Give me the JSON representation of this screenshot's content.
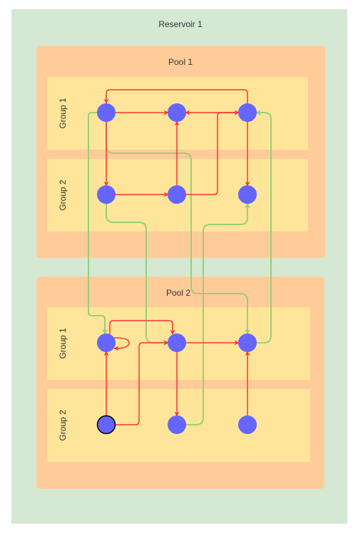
{
  "colors": {
    "reservoir": "#d5e8d4",
    "pool": "#ffcc99",
    "group": "#ffe599",
    "node": "#6666ff",
    "node_stroke": "#6666ff",
    "start_node_stroke": "#000000",
    "edge_red": "#ff3333",
    "edge_green": "#97d077",
    "label": "#333333"
  },
  "reservoir": {
    "label": "Reservoir 1"
  },
  "pools": [
    {
      "label": "Pool 1",
      "groups": [
        {
          "label": "Group 1"
        },
        {
          "label": "Group 2"
        }
      ]
    },
    {
      "label": "Pool 2",
      "groups": [
        {
          "label": "Group 1"
        },
        {
          "label": "Group 2"
        }
      ]
    }
  ],
  "nodes": [
    {
      "id": "p1g1n1",
      "start": false
    },
    {
      "id": "p1g1n2",
      "start": false
    },
    {
      "id": "p1g1n3",
      "start": false
    },
    {
      "id": "p1g2n1",
      "start": false
    },
    {
      "id": "p1g2n2",
      "start": false
    },
    {
      "id": "p1g2n3",
      "start": false
    },
    {
      "id": "p2g1n1",
      "start": false
    },
    {
      "id": "p2g1n2",
      "start": false
    },
    {
      "id": "p2g1n3",
      "start": false
    },
    {
      "id": "p2g2n1",
      "start": true
    },
    {
      "id": "p2g2n2",
      "start": false
    },
    {
      "id": "p2g2n3",
      "start": false
    }
  ],
  "edges": [
    {
      "id": "e1",
      "kind": "red"
    },
    {
      "id": "e2",
      "kind": "red"
    },
    {
      "id": "e3",
      "kind": "red"
    },
    {
      "id": "e4",
      "kind": "red"
    },
    {
      "id": "e5",
      "kind": "red"
    },
    {
      "id": "e6",
      "kind": "red"
    },
    {
      "id": "e7",
      "kind": "red"
    },
    {
      "id": "e8",
      "kind": "red"
    },
    {
      "id": "e9",
      "kind": "red"
    },
    {
      "id": "e10",
      "kind": "red"
    },
    {
      "id": "e11",
      "kind": "red"
    },
    {
      "id": "e12",
      "kind": "red"
    },
    {
      "id": "e13",
      "kind": "red"
    },
    {
      "id": "e14",
      "kind": "red"
    },
    {
      "id": "e15",
      "kind": "red"
    },
    {
      "id": "g1",
      "kind": "green"
    },
    {
      "id": "g2",
      "kind": "green"
    },
    {
      "id": "g3",
      "kind": "green"
    },
    {
      "id": "g4",
      "kind": "green"
    },
    {
      "id": "g5",
      "kind": "green"
    }
  ]
}
